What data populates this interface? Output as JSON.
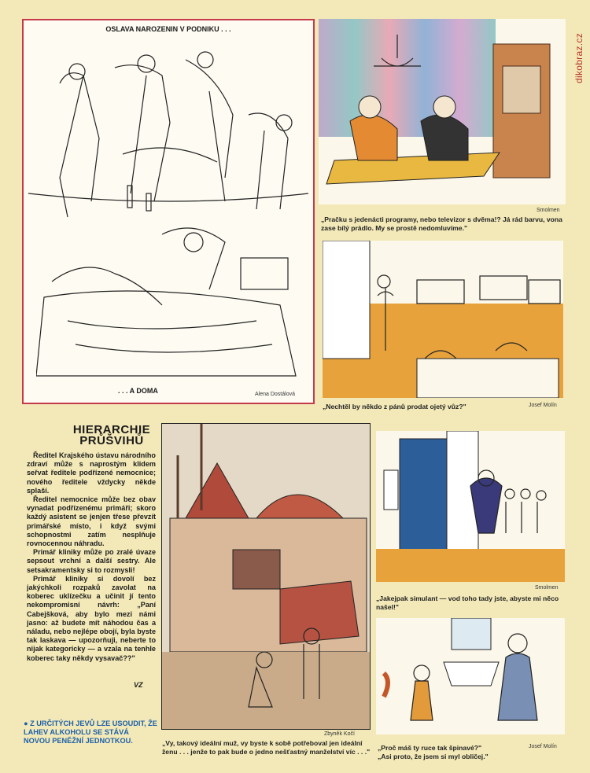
{
  "watermark": "dikobraz.cz",
  "cartoon1": {
    "title": "OSLAVA NAROZENIN V PODNIKU . . .",
    "subtitle": ". . . A DOMA",
    "author": "Alena Dostálová",
    "frame_color": "#c43a4a"
  },
  "cartoon2": {
    "author": "Smolmen",
    "caption": "„Pračku s jedenácti programy, nebo televizor s dvěma!? Já rád barvu, vona zase bílý prádlo. My se prostě nedomluvíme.\""
  },
  "cartoon3": {
    "author": "Josef Molín",
    "caption": "„Nechtěl by někdo z pánů prodat ojetý vůz?\""
  },
  "article": {
    "title_line1": "HIERARCHIE",
    "title_line2": "PRŮŠVIHŮ",
    "paragraphs": [
      "Ředitel Krajského ústavu národního zdraví může s naprostým klidem seřvat ředitele podřízené nemocnice; nového ředitele vždycky někde splaší.",
      "Ředitel nemocnice může bez obav vynadat podřízenému primáři; skoro každý asistent se jenjen třese převzít primářské místo, i když svými schopnostmi zatím nesplňuje rovnocennou náhradu.",
      "Primář kliniky může po zralé úvaze sepsout vrchní a další sestry. Ale setsakramentsky si to rozmysli!",
      "Primář kliniky si dovolí bez jakýchkoli rozpaků zavolat na koberec uklízečku a učinit jí tento nekompromisní návrh: „Paní Cabejšková, aby bylo mezi námi jasno: až budete mít náhodou čas a náladu, nebo nejlépe obojí, byla byste tak laskava — upozorňuji, neberte to nijak kategoricky — a vzala na tenhle koberec taky někdy vysavač??\""
    ],
    "signature": "VZ"
  },
  "note": "● Z URČITÝCH JEVŮ LZE USOUDIT, ŽE LAHEV ALKOHOLU SE STÁVÁ NOVOU PENĚŽNÍ JEDNOTKOU.",
  "cartoon4": {
    "author": "Zbyněk Kočí",
    "caption": "„Vy, takový ideální muž, vy byste k sobě potřeboval jen ideální ženu . . . jenže to pak bude o jedno nešťastný manželství víc . . .\""
  },
  "cartoon5": {
    "author": "Smolmen",
    "caption": "„Jakejpak simulant — vod toho tady jste, abyste mi něco našel!\""
  },
  "cartoon6": {
    "author": "Josef Molín",
    "caption_line1": "„Proč máš ty ruce tak špinavé?\"",
    "caption_line2": "„Asi proto, že jsem si myl obličej.\""
  },
  "colors": {
    "page": "#f3e9b8",
    "note_blue": "#1b5fa8",
    "watermark_red": "#b8332e",
    "floor_orange": "#e8a23c"
  }
}
